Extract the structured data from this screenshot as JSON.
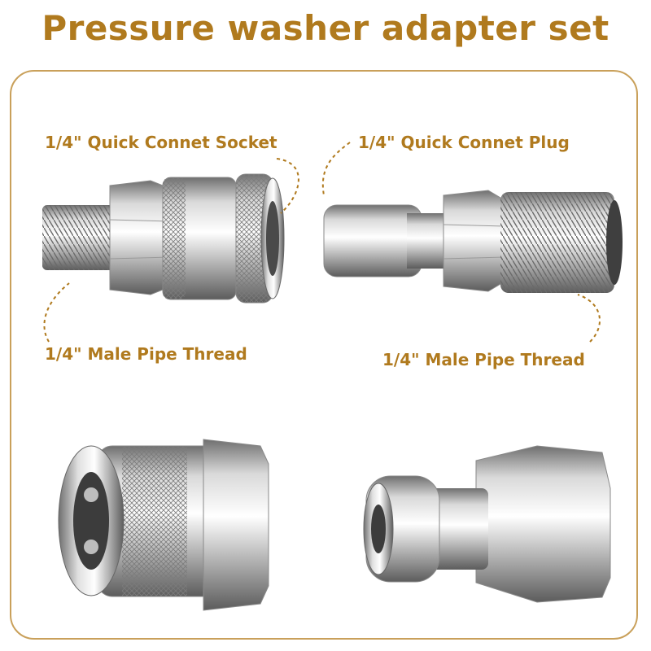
{
  "title": "Pressure washer adapter set",
  "labels": {
    "socket": "1/4\" Quick Connet Socket",
    "plug": "1/4\" Quick Connet Plug",
    "male_thread_left": "1/4\" Male Pipe Thread",
    "male_thread_right": "1/4\" Male Pipe Thread"
  },
  "colors": {
    "accent": "#b07a1e",
    "frame": "#c9a05a",
    "metal_light": "#e8e8e8",
    "metal_dark": "#7a7a7a"
  },
  "images": [
    "quick-connect-socket-male-thread",
    "quick-connect-plug-male-thread",
    "quick-connect-socket-female-thread",
    "quick-connect-plug-female-thread"
  ]
}
